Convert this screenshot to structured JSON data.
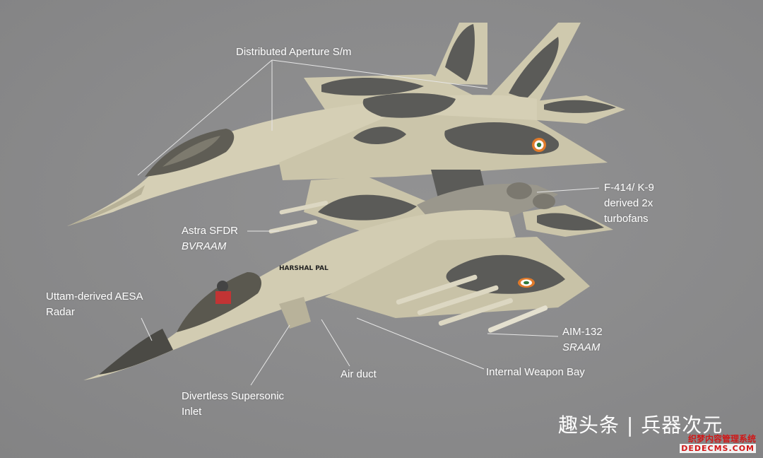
{
  "labels": {
    "distributed_aperture": "Distributed Aperture S/m",
    "engine_line1": "F-414/ K-9",
    "engine_line2": "derived 2x",
    "engine_line3": "turbofans",
    "astra_line1": "Astra SFDR",
    "astra_line2": "BVRAAM",
    "radar_line1": "Uttam-derived AESA",
    "radar_line2": "Radar",
    "aim_line1": "AIM-132",
    "aim_line2": "SRAAM",
    "air_duct": "Air duct",
    "weapon_bay": "Internal Weapon Bay",
    "dsi_line1": "Divertless Supersonic",
    "dsi_line2": "Inlet"
  },
  "artist_credit": "HARSHAL PAL",
  "watermark": {
    "main": "趣头条 | 兵器次元",
    "sub1": "织梦内容管理系统",
    "sub2": "DEDECMS.COM"
  },
  "colors": {
    "background": "#8a8a8b",
    "camo_light": "#cfc9ae",
    "camo_dark": "#5b5b58",
    "label_text": "#ffffff",
    "roundel_saffron": "#e07a2a",
    "roundel_green": "#2f7a3a"
  }
}
